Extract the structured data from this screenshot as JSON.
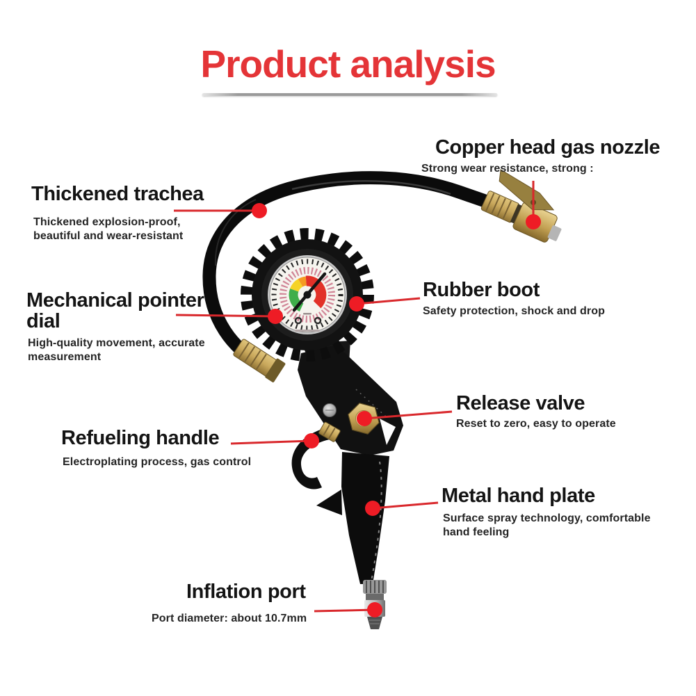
{
  "title": "Product analysis",
  "callouts": [
    {
      "id": "copper-head-gas-nozzle",
      "heading": "Copper head gas nozzle",
      "sub": "Strong wear resistance, strong :"
    },
    {
      "id": "thickened-trachea",
      "heading": "Thickened trachea",
      "sub": "Thickened explosion-proof, beautiful and wear-resistant"
    },
    {
      "id": "mechanical-pointer-dial",
      "heading": "Mechanical pointer dial",
      "sub": "High-quality movement, accurate measurement"
    },
    {
      "id": "rubber-boot",
      "heading": "Rubber boot",
      "sub": "Safety protection, shock and drop"
    },
    {
      "id": "release-valve",
      "heading": "Release valve",
      "sub": "Reset to zero, easy to operate"
    },
    {
      "id": "refueling-handle",
      "heading": "Refueling handle",
      "sub": "Electroplating process, gas control"
    },
    {
      "id": "metal-hand-plate",
      "heading": "Metal hand plate",
      "sub": "Surface spray technology, comfortable hand feeling"
    },
    {
      "id": "inflation-port",
      "heading": "Inflation port",
      "sub": "Port diameter: about 10.7mm"
    }
  ],
  "colors": {
    "title_red": "#e43437",
    "callout_line_red": "#d9282c",
    "callout_dot_red": "#ee1c25",
    "heading_black": "#141414",
    "underline_gray": "#9a9a9a",
    "gauge_green": "#3fae4a",
    "gauge_yellow": "#f5d327",
    "gauge_orange": "#f59a23",
    "gauge_red": "#e23128",
    "brass_gold": "#c9a85c"
  }
}
